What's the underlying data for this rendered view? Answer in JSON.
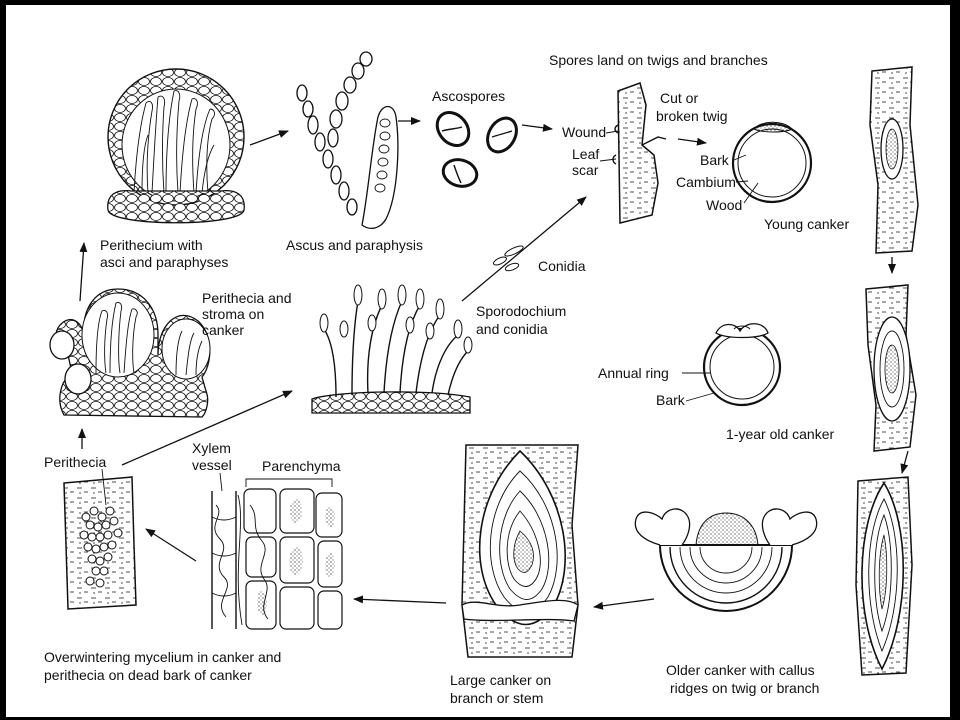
{
  "colors": {
    "frame": "#000000",
    "background": "#ffffff",
    "ink": "#111111"
  },
  "labels": {
    "perithecium_asci": [
      "Perithecium with",
      "asci and paraphyses"
    ],
    "ascus_paraphysis": "Ascus and paraphysis",
    "ascospores": "Ascospores",
    "spores_land": "Spores land on twigs and branches",
    "cut_twig": [
      "Cut or",
      "broken twig"
    ],
    "wound": "Wound",
    "leaf_scar": [
      "Leaf",
      "scar"
    ],
    "bark": "Bark",
    "cambium": "Cambium",
    "wood": "Wood",
    "young_canker": "Young canker",
    "perithecia_stroma": [
      "Perithecia and",
      "stroma on",
      "canker"
    ],
    "conidia": "Conidia",
    "sporodochium": [
      "Sporodochium",
      "and conidia"
    ],
    "annual_ring": "Annual ring",
    "bark_ring": "Bark",
    "one_year_canker": "1-year old canker",
    "perithecia": "Perithecia",
    "xylem_vessel": [
      "Xylem",
      "vessel"
    ],
    "parenchyma": "Parenchyma",
    "overwintering": [
      "Overwintering mycelium in canker and",
      "perithecia on dead bark of canker"
    ],
    "large_canker": [
      "Large canker on",
      "branch or stem"
    ],
    "older_canker": [
      "Older canker with callus",
      "ridges on twig or branch"
    ]
  }
}
